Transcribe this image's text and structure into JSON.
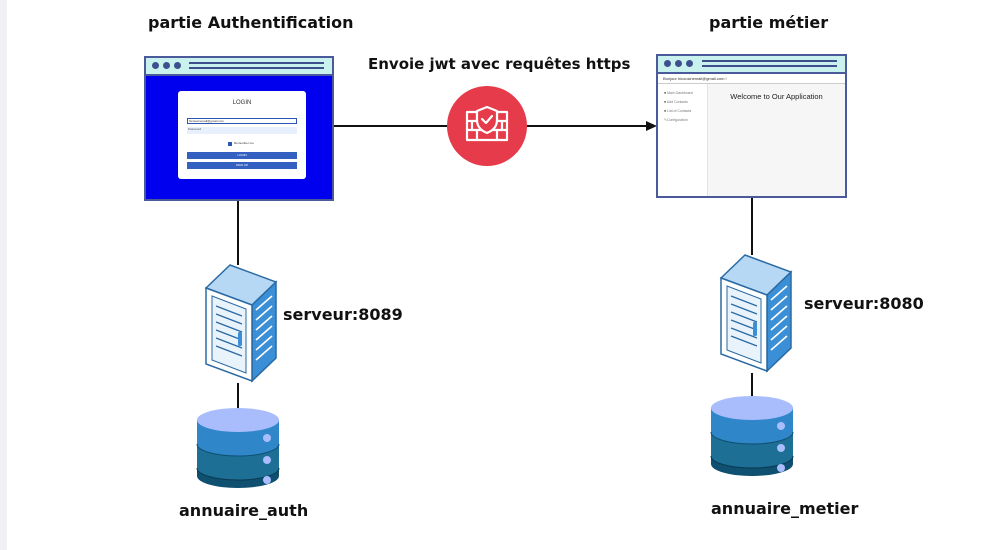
{
  "labels": {
    "auth_title": "partie Authentification",
    "metier_title": "partie métier",
    "arrow_label": "Envoie jwt avec requêtes https",
    "auth_server": "serveur:8089",
    "metier_server": "serveur:8080",
    "auth_db": "annuaire_auth",
    "metier_db": "annuaire_metier"
  },
  "login_mock": {
    "title": "LOGIN",
    "username_value": "hicousinemail@gmail.com",
    "password_label": "Password",
    "remember_label": "Remember me",
    "login_button": "LOGIN",
    "signup_button": "SIGN UP"
  },
  "app_mock": {
    "header_text": "Bonjour hicousinemail@gmail.com !",
    "welcome": "Welcome to Our Application",
    "menu": [
      "Main Dashboard",
      "Add Contacts",
      "List of Contacts",
      "Configuration"
    ]
  },
  "colors": {
    "auth_bg": "#0000ee",
    "firewall_red": "#e63b4a",
    "server_blue": "#4aa3e6",
    "db_top": "#a9bdfc",
    "db_mid": "#2f86c9",
    "db_dark": "#0f4f6f",
    "browser_bar": "#c9f1ee"
  }
}
